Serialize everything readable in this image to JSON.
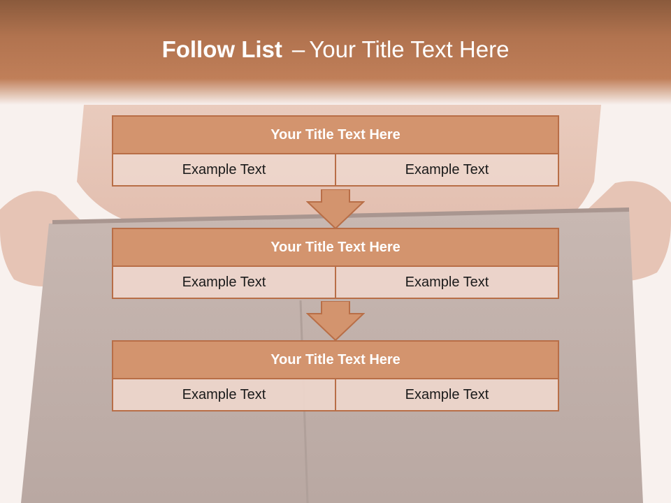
{
  "slide": {
    "title_bold": "Follow List",
    "title_separator": "–",
    "title_rest": "Your Title Text Here"
  },
  "blocks": [
    {
      "title": "Your Title Text Here",
      "left": "Example Text",
      "right": "Example Text"
    },
    {
      "title": "Your Title Text Here",
      "left": "Example Text",
      "right": "Example Text"
    },
    {
      "title": "Your Title Text Here",
      "left": "Example Text",
      "right": "Example Text"
    }
  ],
  "colors": {
    "header": "#b1734f",
    "block_title_fill": "#d3946e",
    "block_border": "#b86e47",
    "cell_fill": "#eed6cc",
    "arrow_fill": "#d3946e"
  },
  "icons": [
    "down-arrow-icon"
  ]
}
